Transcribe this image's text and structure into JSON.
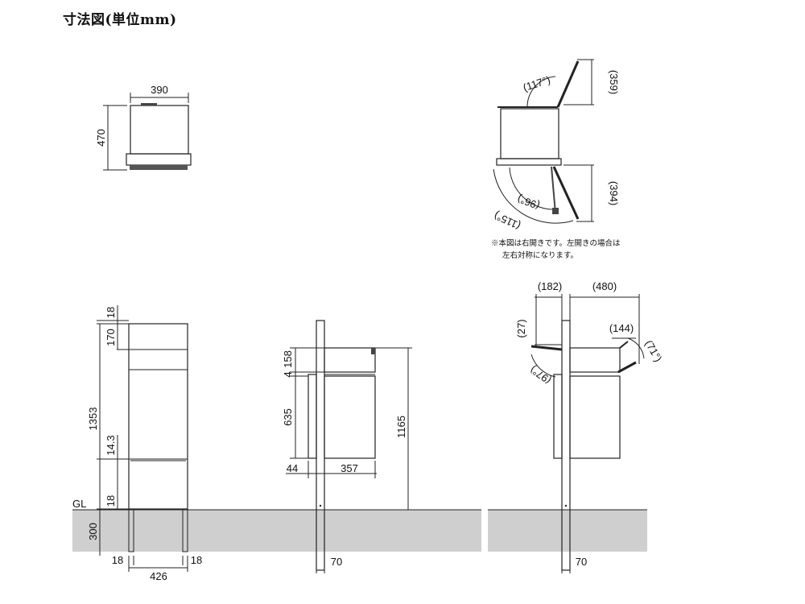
{
  "title": "寸法図(単位mm)",
  "note": {
    "line1": "※本図は右開きです。左開きの場合は",
    "line2": "左右対称になります。"
  },
  "top_view": {
    "width": "390",
    "height": "470"
  },
  "swing_view": {
    "lid_angle": "(117°)",
    "lid_height": "(359)",
    "door_angle_a": "(96°)",
    "door_angle_b": "(115°)",
    "door_height": "(394)"
  },
  "front_view": {
    "dim_top": "18",
    "dim_170": "170",
    "dim_1353": "1353",
    "dim_14_3": "14.3",
    "dim_18_low": "18",
    "ground_label": "GL",
    "dim_300": "300",
    "dim_bottom_left": "18",
    "dim_bottom_right": "18",
    "dim_width": "426"
  },
  "side_view": {
    "dim_158": "158",
    "dim_4": "4",
    "dim_635": "635",
    "dim_44": "44",
    "dim_357": "357",
    "dim_1165": "1165",
    "dim_post": "70"
  },
  "open_view": {
    "dim_182": "(182)",
    "dim_480": "(480)",
    "dim_27": "(27)",
    "dim_144": "(144)",
    "angle_97": "(97°)",
    "angle_71": "(71°)",
    "dim_post": "70"
  },
  "colors": {
    "ground": "#cfcfcf",
    "line": "#222222"
  }
}
